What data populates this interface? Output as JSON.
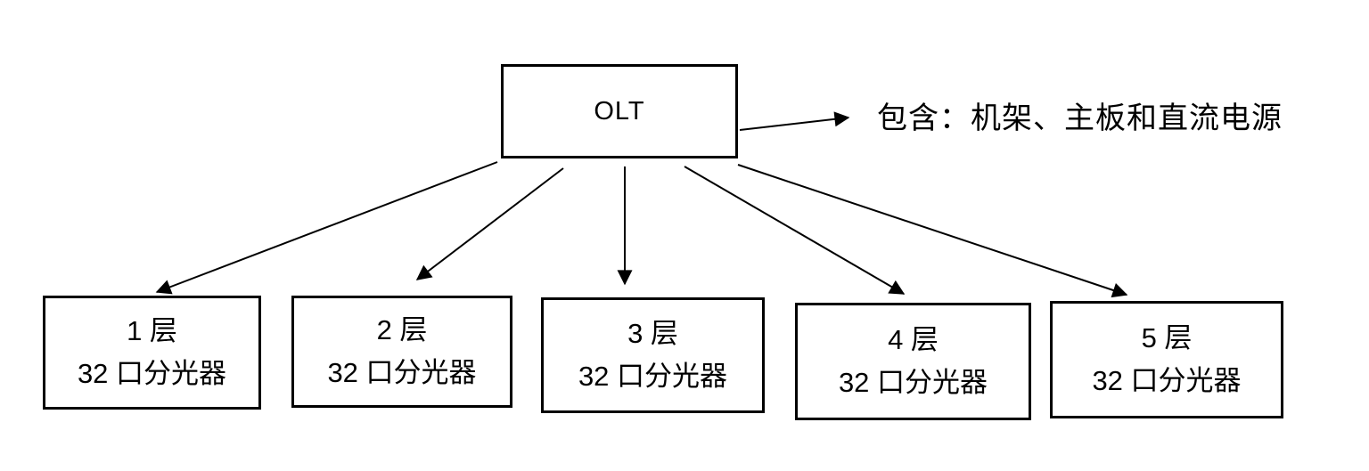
{
  "colors": {
    "line": "#000000",
    "background": "#ffffff",
    "text": "#000000"
  },
  "root_node": {
    "label": "OLT"
  },
  "annotation": {
    "label": "包含：机架、主板和直流电源"
  },
  "splitters": [
    {
      "line1": "1 层",
      "line2": "32 口分光器"
    },
    {
      "line1": "2 层",
      "line2": "32 口分光器"
    },
    {
      "line1": "3 层",
      "line2": "32 口分光器"
    },
    {
      "line1": "4 层",
      "line2": "32 口分光器"
    },
    {
      "line1": "5 层",
      "line2": "32 口分光器"
    }
  ]
}
